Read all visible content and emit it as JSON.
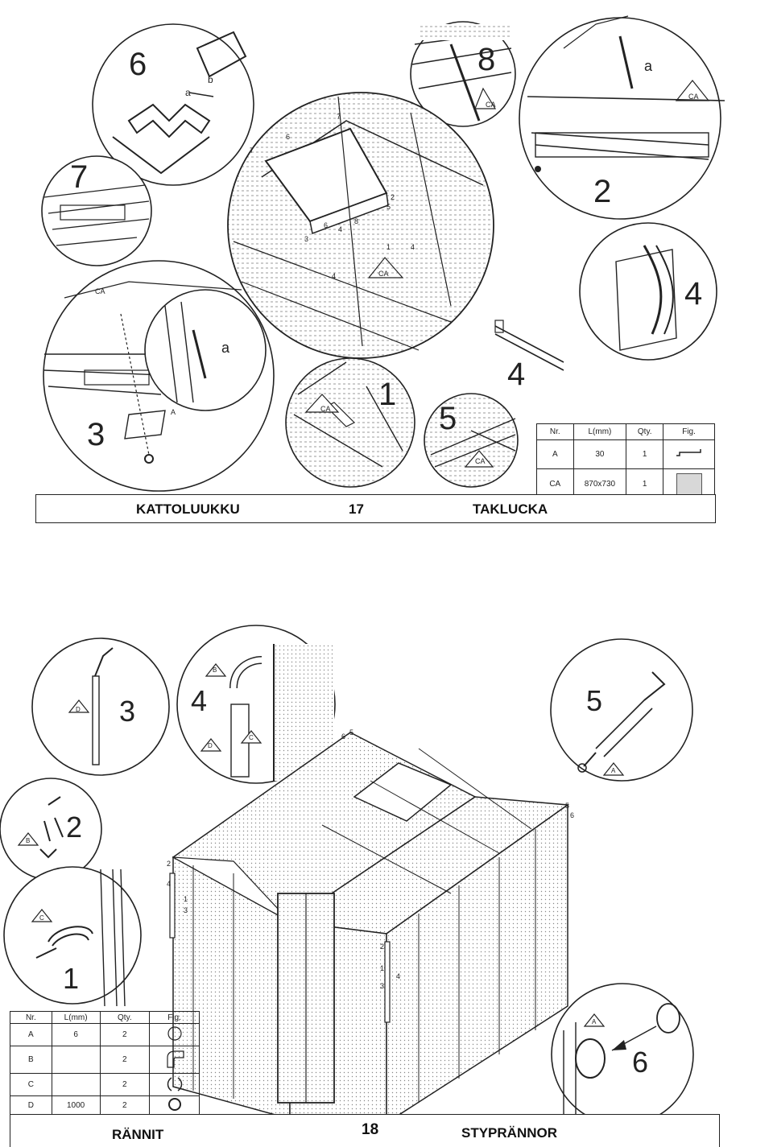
{
  "page17": {
    "title_left": "KATTOLUUKKU",
    "page_number": "17",
    "title_right": "TAKLUCKA",
    "steps": [
      "1",
      "2",
      "3",
      "4",
      "4",
      "5",
      "6",
      "7",
      "8"
    ],
    "labels": {
      "a": "a",
      "b": "b",
      "ca": "CA",
      "a_part": "A"
    },
    "parts_table": {
      "headers": [
        "Nr.",
        "L(mm)",
        "Qty.",
        "Fig."
      ],
      "rows": [
        {
          "nr": "A",
          "length": "30",
          "qty": "1"
        },
        {
          "nr": "CA",
          "length": "870x730",
          "qty": "1"
        }
      ]
    },
    "callouts": [
      "2",
      "3",
      "4",
      "5",
      "6",
      "7",
      "8",
      "1",
      "4",
      "4",
      "7",
      "6"
    ]
  },
  "page18": {
    "title_left": "RÄNNIT",
    "page_number": "18",
    "title_right": "STYPRÄNNOR",
    "steps": [
      "1",
      "2",
      "3",
      "4",
      "5",
      "6"
    ],
    "labels": {
      "a": "A",
      "b": "B",
      "c": "C",
      "d": "D"
    },
    "parts_table": {
      "headers": [
        "Nr.",
        "L(mm)",
        "Qty.",
        "Fig."
      ],
      "rows": [
        {
          "nr": "A",
          "length": "6",
          "qty": "2"
        },
        {
          "nr": "B",
          "length": "",
          "qty": "2"
        },
        {
          "nr": "C",
          "length": "",
          "qty": "2"
        },
        {
          "nr": "D",
          "length": "1000",
          "qty": "2"
        }
      ]
    },
    "shed_callouts": [
      "6",
      "5",
      "5",
      "6",
      "2",
      "4",
      "1",
      "3",
      "2",
      "1",
      "4",
      "3"
    ]
  }
}
